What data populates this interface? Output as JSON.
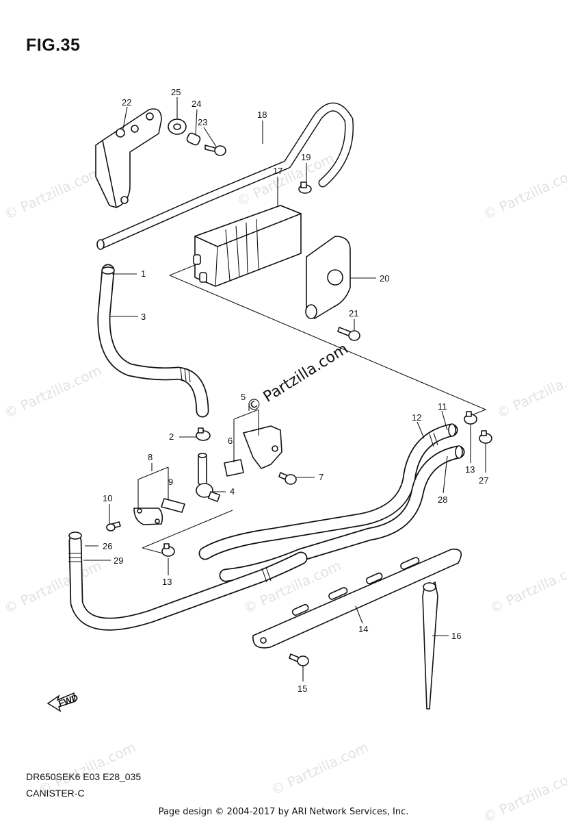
{
  "figure": {
    "title": "FIG.35",
    "model_code": "DR650SEK6 E03 E28_035",
    "section": "CANISTER-C"
  },
  "footer": "Page design © 2004-2017 by ARI Network Services, Inc.",
  "watermark": {
    "main": "© Partzilla.com",
    "faint": "© Partzilla.com"
  },
  "fwd_label": "FWD",
  "callouts": {
    "c1": "1",
    "c2": "2",
    "c3": "3",
    "c4": "4",
    "c5": "5",
    "c6": "6",
    "c7": "7",
    "c8": "8",
    "c9": "9",
    "c10": "10",
    "c11": "11",
    "c12": "12",
    "c13a": "13",
    "c13b": "13",
    "c14": "14",
    "c15": "15",
    "c16": "16",
    "c17": "17",
    "c18": "18",
    "c19": "19",
    "c20": "20",
    "c21": "21",
    "c22": "22",
    "c23": "23",
    "c24": "24",
    "c25": "25",
    "c26": "26",
    "c27": "27",
    "c28": "28",
    "c29": "29"
  }
}
